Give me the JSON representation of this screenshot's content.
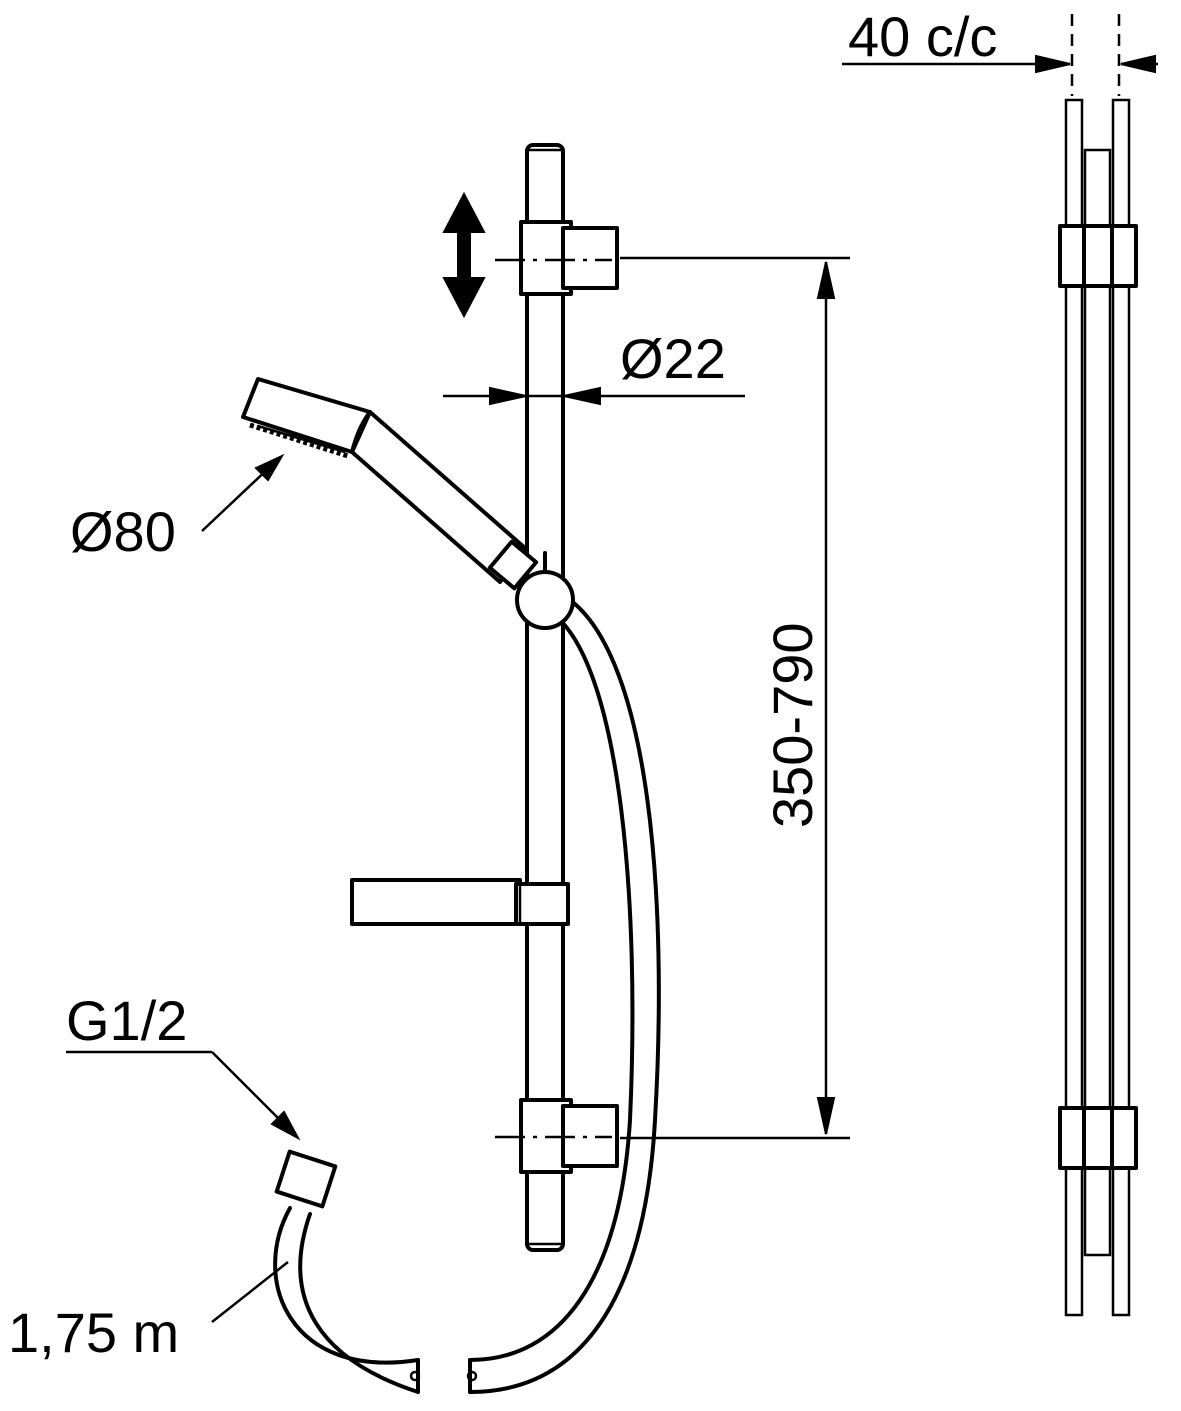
{
  "labels": {
    "spacing": "40 c/c",
    "rail_diameter": "Ø22",
    "head_diameter": "Ø80",
    "adjust_range": "350-790",
    "connection": "G1/2",
    "hose_length": "1,75 m"
  },
  "colors": {
    "line": "#000000",
    "background": "#ffffff"
  }
}
